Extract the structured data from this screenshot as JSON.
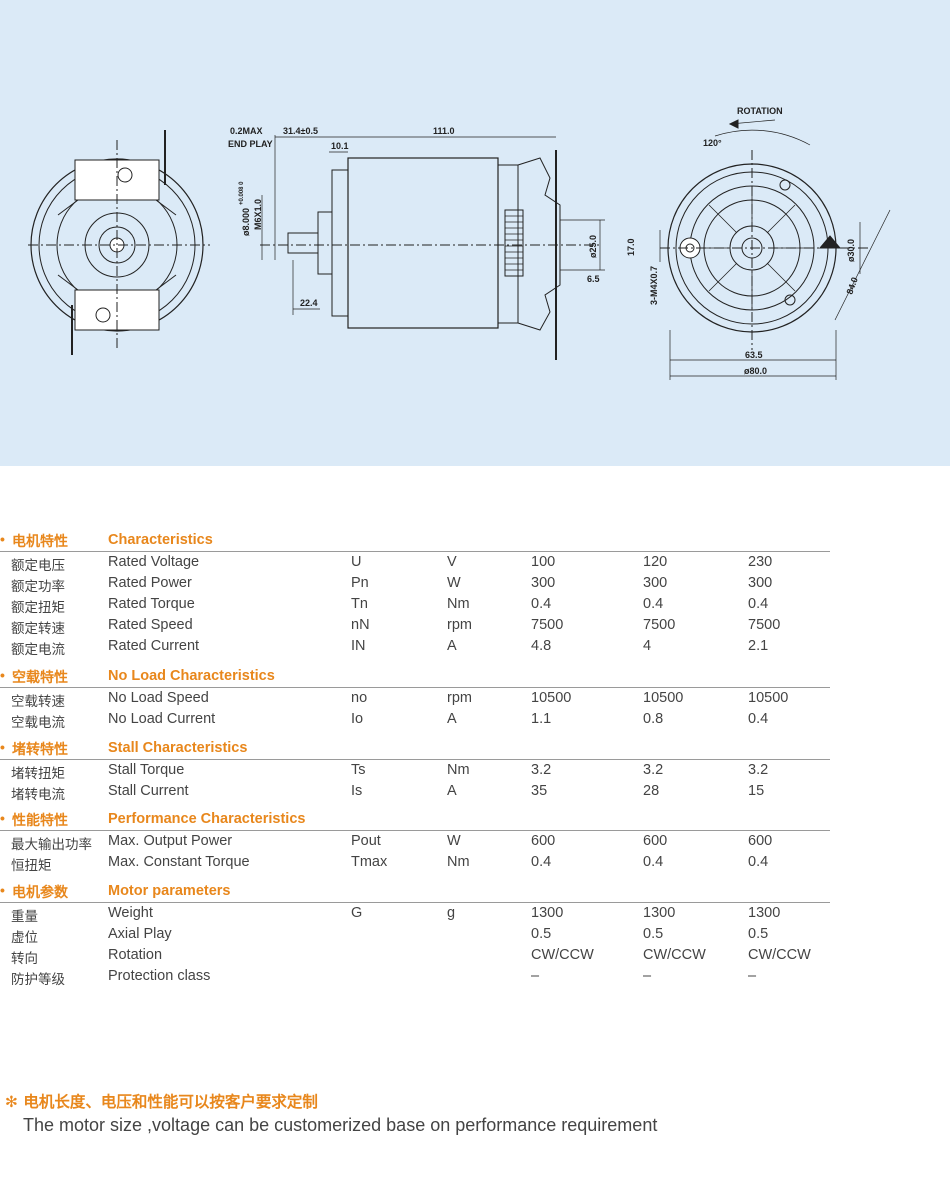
{
  "drawing": {
    "labels": {
      "end_play_max": "0.2MAX",
      "end_play": "END PLAY",
      "dim_31_4": "31.4±0.5",
      "dim_111": "111.0",
      "dim_10_1": "10.1",
      "dim_shaft": "ø8.000",
      "dim_shaft_tol": "+0.008 0",
      "dim_thread": "M6X1.0",
      "dim_22_4": "22.4",
      "dim_25": "ø25.0",
      "dim_6_5": "6.5",
      "rotation": "ROTATION",
      "angle_120": "120°",
      "dim_17": "17.0",
      "dim_holes": "3-M4X0.7",
      "dim_30": "ø30.0",
      "dim_84": "84.0",
      "dim_63_5": "63.5",
      "dim_80": "ø80.0"
    }
  },
  "sections": [
    {
      "cn": "电机特性",
      "en": "Characteristics",
      "rows": [
        {
          "cn": "额定电压",
          "en": "Rated Voltage",
          "sym": "U",
          "unit": "V",
          "v": [
            "100",
            "120",
            "230"
          ]
        },
        {
          "cn": "额定功率",
          "en": "Rated Power",
          "sym": "Pn",
          "unit": "W",
          "v": [
            "300",
            "300",
            "300"
          ]
        },
        {
          "cn": "额定扭矩",
          "en": "Rated Torque",
          "sym": "Tn",
          "unit": "Nm",
          "v": [
            "0.4",
            "0.4",
            "0.4"
          ]
        },
        {
          "cn": "额定转速",
          "en": "Rated Speed",
          "sym": "nN",
          "unit": "rpm",
          "v": [
            "7500",
            "7500",
            "7500"
          ]
        },
        {
          "cn": "额定电流",
          "en": "Rated Current",
          "sym": "IN",
          "unit": "A",
          "v": [
            "4.8",
            "4",
            "2.1"
          ]
        }
      ]
    },
    {
      "cn": "空载特性",
      "en": "No Load Characteristics",
      "rows": [
        {
          "cn": "空载转速",
          "en": "No Load Speed",
          "sym": "no",
          "unit": "rpm",
          "v": [
            "10500",
            "10500",
            "10500"
          ]
        },
        {
          "cn": "空载电流",
          "en": "No Load Current",
          "sym": "Io",
          "unit": "A",
          "v": [
            "1.1",
            "0.8",
            "0.4"
          ]
        }
      ]
    },
    {
      "cn": "堵转特性",
      "en": "Stall Characteristics",
      "rows": [
        {
          "cn": "堵转扭矩",
          "en": "Stall Torque",
          "sym": "Ts",
          "unit": "Nm",
          "v": [
            "3.2",
            "3.2",
            "3.2"
          ]
        },
        {
          "cn": "堵转电流",
          "en": "Stall Current",
          "sym": "Is",
          "unit": "A",
          "v": [
            "35",
            "28",
            "15"
          ]
        }
      ]
    },
    {
      "cn": "性能特性",
      "en": "Performance Characteristics",
      "rows": [
        {
          "cn": "最大输出功率",
          "en": "Max. Output Power",
          "sym": "Pout",
          "unit": "W",
          "v": [
            "600",
            "600",
            "600"
          ]
        },
        {
          "cn": "恒扭矩",
          "en": "Max. Constant Torque",
          "sym": "Tmax",
          "unit": "Nm",
          "v": [
            "0.4",
            "0.4",
            "0.4"
          ]
        }
      ]
    },
    {
      "cn": "电机参数",
      "en": "Motor parameters",
      "rows": [
        {
          "cn": "重量",
          "en": "Weight",
          "sym": "G",
          "unit": "g",
          "v": [
            "1300",
            "1300",
            "1300"
          ]
        },
        {
          "cn": "虚位",
          "en": "Axial Play",
          "sym": "",
          "unit": "",
          "v": [
            "0.5",
            "0.5",
            "0.5"
          ]
        },
        {
          "cn": "转向",
          "en": "Rotation",
          "sym": "",
          "unit": "",
          "v": [
            "CW/CCW",
            "CW/CCW",
            "CW/CCW"
          ]
        },
        {
          "cn": "防护等级",
          "en": "Protection class",
          "sym": "",
          "unit": "",
          "v": [
            "–",
            "–",
            "–"
          ]
        }
      ]
    }
  ],
  "footnote": {
    "cn": "✻ 电机长度、电压和性能可以按客户要求定制",
    "en": "The motor size ,voltage can be customerized base on performance requirement"
  },
  "colors": {
    "accent": "#e8871c",
    "panel": "#dbeaf7",
    "line": "#9a9a9a"
  }
}
